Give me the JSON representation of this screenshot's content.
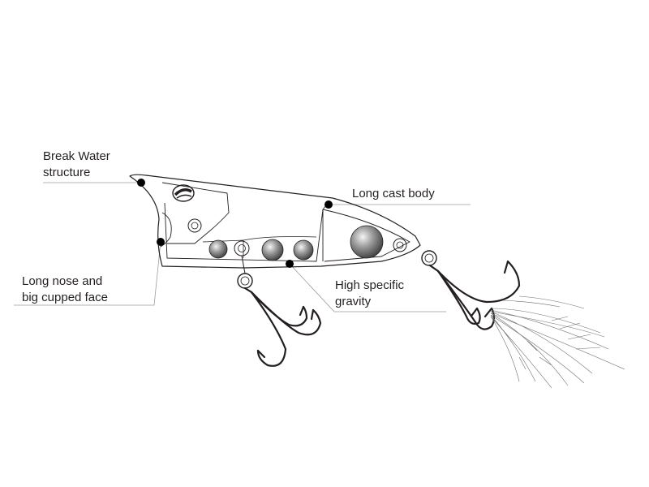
{
  "labels": {
    "break_water": [
      "Break Water",
      "structure"
    ],
    "long_nose": [
      "Long nose and",
      "big cupped face"
    ],
    "long_cast": "Long cast body",
    "high_gravity": [
      "High specific",
      "gravity"
    ]
  },
  "colors": {
    "outline": "#231f20",
    "leader": "#9b9b9b",
    "ball": "#6d6e70"
  }
}
